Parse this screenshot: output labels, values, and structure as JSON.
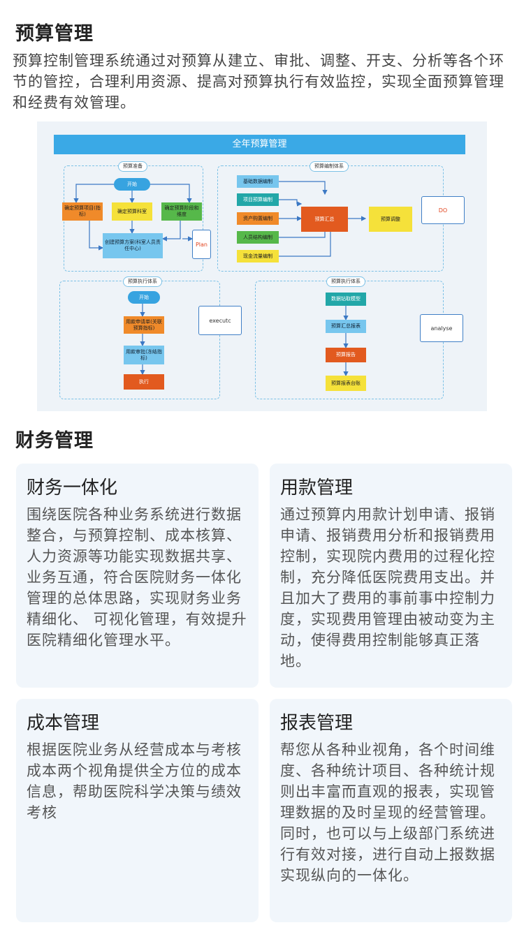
{
  "budget": {
    "heading": "预算管理",
    "intro": "预算控制管理系统通过对预算从建立、审批、调整、开支、分析等各个环节的管控，合理利用资源、提高对预算执行有效监控，实现全面预算管理和经费有效管理。"
  },
  "diagram": {
    "banner": "全年预算管理",
    "prep": {
      "tab": "预算准备",
      "start": "开始",
      "item1": "确定预算项目(指标)",
      "item2": "确定预算科室",
      "item3": "确定预算阶段和维度",
      "plan_node": "创建预算方案(科室人员责任中心)",
      "out": "Plan"
    },
    "compile": {
      "tab": "预算编制体系",
      "inputs": [
        "基础数据编制",
        "项目预算编制",
        "资产购置编制",
        "人员结构编制",
        "现金流量编制"
      ],
      "summary": "预算汇总",
      "adjust": "预算调整",
      "out": "DO"
    },
    "exec": {
      "tab": "预算执行体系",
      "start": "开始",
      "apply": "用款申请单(关联预算指标)",
      "approve": "用款审批(冻结指标)",
      "execute": "执行",
      "out": "executc"
    },
    "analysis": {
      "tab": "预算执行体系",
      "model": "数据钻取模型",
      "report_summary": "预算汇总报表",
      "report": "预算报告",
      "ledger": "预算报表台账",
      "out": "analyse"
    }
  },
  "finance": {
    "heading": "财务管理",
    "cards": [
      {
        "title": "财务一体化",
        "body": "围绕医院各种业务系统进行数据整合，与预算控制、成本核算、人力资源等功能实现数据共享、业务互通，符合医院财务一体化管理的总体思路，实现财务业务精细化、 可视化管理，有效提升医院精细化管理水平。"
      },
      {
        "title": "用款管理",
        "body": "通过预算内用款计划申请、报销申请、报销费用分析和报销费用控制，实现院内费用的过程化控制，充分降低医院费用支出。并且加大了费用的事前事中控制力度，实现费用管理由被动变为主动，使得费用控制能够真正落地。"
      },
      {
        "title": "成本管理",
        "body": "根据医院业务从经营成本与考核成本两个视角提供全方位的成本信息，帮助医院科学决策与绩效考核"
      },
      {
        "title": "报表管理",
        "body": "帮您从各种业视角，各个时间维度、各种统计项目、各种统计规则出丰富而直观的报表，实现管理数据的及时呈现的经营管理。同时，也可以与上级部门系统进行有效对接，进行自动上报数据实现纵向的一体化。"
      }
    ]
  }
}
